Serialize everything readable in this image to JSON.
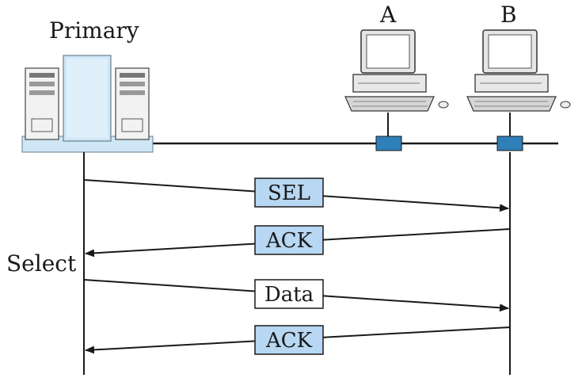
{
  "labels": {
    "primary": "Primary",
    "station_a": "A",
    "station_b": "B",
    "select": "Select"
  },
  "messages": [
    {
      "text": "SEL",
      "direction": "primary-to-B",
      "highlight": true
    },
    {
      "text": "ACK",
      "direction": "B-to-primary",
      "highlight": true
    },
    {
      "text": "Data",
      "direction": "primary-to-B",
      "highlight": false
    },
    {
      "text": "ACK",
      "direction": "B-to-primary",
      "highlight": true
    }
  ],
  "colors": {
    "highlight_fill": "#b7d7f2",
    "plain_fill": "#ffffff",
    "line": "#1a1a1a",
    "tap": "#2f7fb8",
    "server_blue": "#cfe6f6"
  },
  "icons": {
    "primary": "server-cluster-icon",
    "station": "desktop-computer-icon"
  }
}
